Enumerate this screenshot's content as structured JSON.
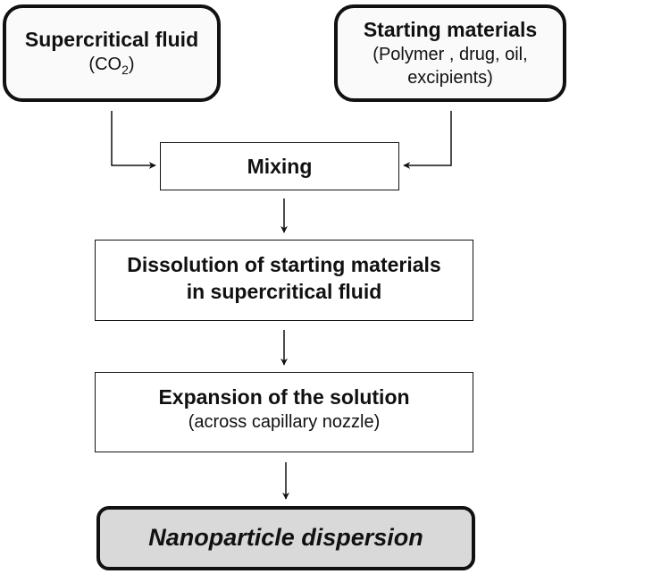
{
  "nodes": {
    "supercritical_fluid": {
      "title": "Supercritical fluid",
      "sub_prefix": "(CO",
      "sub_subscript": "2",
      "sub_suffix": ")"
    },
    "starting_materials": {
      "title": "Starting materials",
      "line1": "(Polymer , drug, oil,",
      "line2": "excipients)"
    },
    "mixing": {
      "title": "Mixing"
    },
    "dissolution": {
      "line1": "Dissolution of starting materials",
      "line2": "in supercritical fluid"
    },
    "expansion": {
      "title": "Expansion of the solution",
      "sub": "(across  capillary nozzle)"
    },
    "final": {
      "title": "Nanoparticle dispersion"
    }
  },
  "edges": [
    {
      "from": "supercritical_fluid",
      "to": "mixing"
    },
    {
      "from": "starting_materials",
      "to": "mixing"
    },
    {
      "from": "mixing",
      "to": "dissolution"
    },
    {
      "from": "dissolution",
      "to": "expansion"
    },
    {
      "from": "expansion",
      "to": "final"
    }
  ]
}
